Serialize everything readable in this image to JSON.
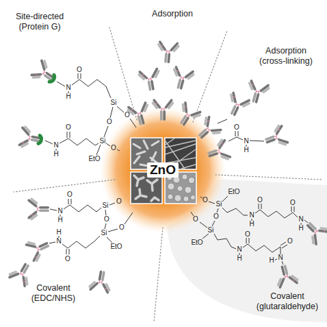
{
  "diagram": {
    "nodes": [
      {
        "text": [
          "ZnO"
        ]
      }
    ],
    "labels": [
      "Site-directed (Protein G)",
      "Adsorption",
      "Adsorption (cross-linking)",
      "N",
      "H",
      "O",
      "Si",
      "O",
      "O",
      "N",
      "H",
      "O",
      "Si",
      "O",
      "EtO",
      "O",
      "N",
      "H",
      "O",
      "Si",
      "O",
      "N",
      "H",
      "O",
      "Si",
      "O",
      "EtO",
      "O",
      "N",
      "H",
      "Covalent (EDC/NHS)",
      "O",
      "Si",
      "EtO",
      "N",
      "H",
      "O",
      "O",
      "N",
      "H",
      "O",
      "Si",
      "O",
      "EtO",
      "N",
      "H",
      "O",
      "O",
      "N",
      "H",
      "Covalent (glutaraldehyde)"
    ]
  }
}
